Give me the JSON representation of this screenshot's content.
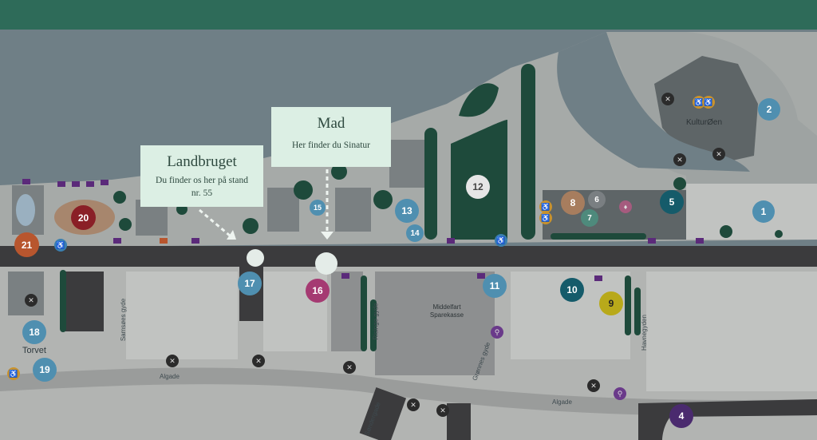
{
  "callouts": {
    "landbruget": {
      "title": "Landbruget",
      "text": "Du finder os her på stand nr. 55"
    },
    "mad": {
      "title": "Mad",
      "text": "Her finder du Sinatur"
    }
  },
  "labels": {
    "kulturoen": "KulturØen",
    "torvet": "Torvet",
    "middelfart_sparekasse": "Middelfart Sparekasse",
    "algade_1": "Algade",
    "algade_2": "Algade",
    "samsoes_gyde": "Samsøes gyde",
    "risinge_gyde": "Risinge gyde",
    "gronnes_gyde": "Grønnes gyde",
    "havnegyden": "Havnegyden",
    "sondergade": "Søndergade"
  },
  "markers": [
    {
      "id": "1",
      "color": "#4f8fb0"
    },
    {
      "id": "2",
      "color": "#4f8fb0"
    },
    {
      "id": "4",
      "color": "#4a2a6e"
    },
    {
      "id": "5",
      "color": "#155b6a"
    },
    {
      "id": "6",
      "color": "#7a7f82"
    },
    {
      "id": "7",
      "color": "#4e8a7c"
    },
    {
      "id": "8",
      "color": "#a77d5e"
    },
    {
      "id": "9",
      "color": "#b8a91a"
    },
    {
      "id": "10",
      "color": "#155b6a"
    },
    {
      "id": "11",
      "color": "#4f8fb0"
    },
    {
      "id": "12",
      "color": "#e6e6e6"
    },
    {
      "id": "13",
      "color": "#4f8fb0"
    },
    {
      "id": "14",
      "color": "#4f8fb0"
    },
    {
      "id": "15",
      "color": "#4f8fb0"
    },
    {
      "id": "16",
      "color": "#a53a72"
    },
    {
      "id": "17",
      "color": "#4f8fb0"
    },
    {
      "id": "18",
      "color": "#4f8fb0"
    },
    {
      "id": "19",
      "color": "#4f8fb0"
    },
    {
      "id": "20",
      "color": "#8a1f26"
    },
    {
      "id": "21",
      "color": "#b8562e"
    }
  ],
  "colors": {
    "topbar": "#2e6b59",
    "water": "#6f7f86",
    "land": "#b2b4b2",
    "road": "#3b3b3d",
    "trees": "#1e4a3b"
  }
}
